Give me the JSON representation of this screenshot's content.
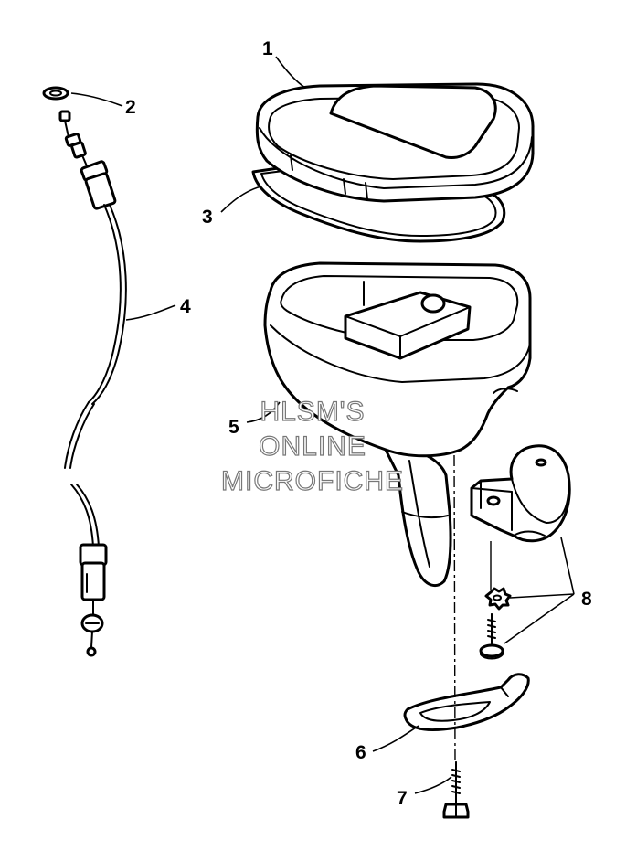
{
  "callouts": [
    {
      "id": "part-1",
      "label": "1"
    },
    {
      "id": "part-2",
      "label": "2"
    },
    {
      "id": "part-3",
      "label": "3"
    },
    {
      "id": "part-4",
      "label": "4"
    },
    {
      "id": "part-5",
      "label": "5"
    },
    {
      "id": "part-6",
      "label": "6"
    },
    {
      "id": "part-7",
      "label": "7"
    },
    {
      "id": "part-8",
      "label": "8"
    }
  ],
  "watermark": {
    "line1": "HLSM'S",
    "line2": "ONLINE",
    "line3": "MICROFICHE"
  },
  "colors": {
    "line": "#000000",
    "background": "#ffffff",
    "watermark_outline": "#777777"
  }
}
